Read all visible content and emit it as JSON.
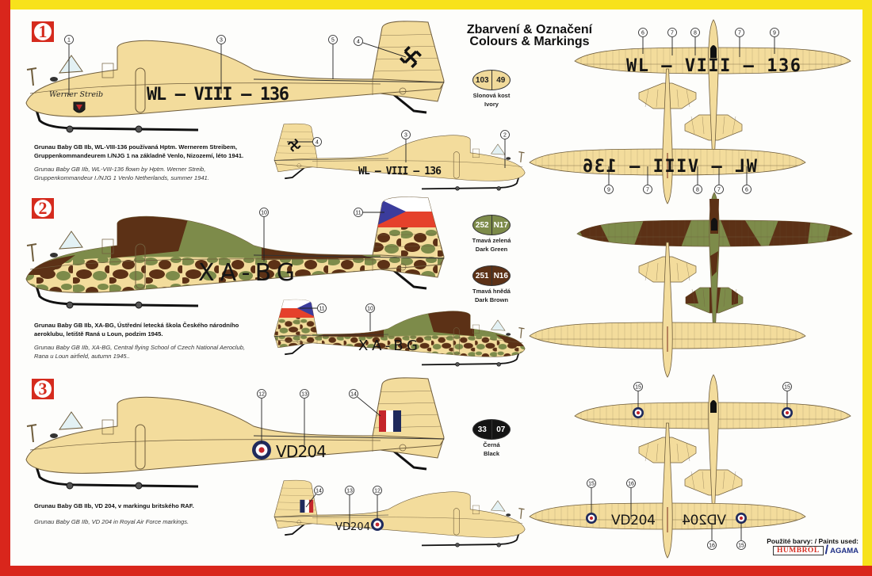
{
  "colors": {
    "frame_red": "#d9261c",
    "frame_yellow": "#f7e21b",
    "ivory": "#f3dc9c",
    "outline": "#6f5d3c",
    "dark_green": "#7d8b4a",
    "dark_brown": "#5c3116",
    "black": "#141414",
    "raf_blue": "#1f2a5c",
    "raf_red": "#c4262c",
    "czech_blue": "#3b3c9c",
    "czech_red": "#e5412b"
  },
  "title": {
    "cs": "Zbarvení & Označení",
    "en": "Colours & Markings"
  },
  "schemes": [
    {
      "number": "1",
      "registration": "WL – VIII – 136",
      "registration_plan": "WL – VIII – 136",
      "nose_script": "Werner Streib",
      "caption_cs": [
        "Grunau Baby GB IIb, WL-VIII-136 používaná  Hptm. Wernerem Streibem,",
        "Gruppenkommandeurem I./NJG 1 na základně Venlo, Nizozemí, léto 1941."
      ],
      "caption_en": [
        "Grunau Baby GB IIb, WL-VIII-136 flown by Hptm. Werner Streib,",
        "Gruppenkommandeur I./NJG 1  Venlo Netherlands, summer 1941."
      ]
    },
    {
      "number": "2",
      "registration": "XA-BG",
      "caption_cs": [
        "Grunau Baby GB IIb, XA-BG, Ústřední letecká škola Českého národního",
        "aeroklubu, letiště Raná u Loun, podzim 1945."
      ],
      "caption_en": [
        "Grunau Baby GB IIb, XA-BG, Central flying School of Czech National Aeroclub,",
        "Rana u Loun airfield, autumn 1945.."
      ]
    },
    {
      "number": "3",
      "registration": "VD204",
      "caption_cs": [
        "Grunau Baby GB IIb, VD 204, v markingu britského RAF."
      ],
      "caption_en": [
        "Grunau Baby GB IIb, VD 204 in Royal Air Force markings."
      ]
    }
  ],
  "paints": [
    {
      "humbrol": "103",
      "agama": "49",
      "name_cs": "Slonová kost",
      "name_en": "Ivory",
      "color": "#f1da9a",
      "text_color": "#222"
    },
    {
      "humbrol": "252",
      "agama": "N17",
      "name_cs": "Tmavá zelená",
      "name_en": "Dark Green",
      "color": "#7d8b4a",
      "text_color": "#fff"
    },
    {
      "humbrol": "251",
      "agama": "N16",
      "name_cs": "Tmavá hnědá",
      "name_en": "Dark Brown",
      "color": "#5c3116",
      "text_color": "#fff"
    },
    {
      "humbrol": "33",
      "agama": "07",
      "name_cs": "Černá",
      "name_en": "Black",
      "color": "#141414",
      "text_color": "#fff"
    }
  ],
  "callouts": [
    "1",
    "3",
    "5",
    "4",
    "4",
    "3",
    "2",
    "6",
    "7",
    "8",
    "7",
    "9",
    "9",
    "7",
    "8",
    "7",
    "6",
    "10",
    "11",
    "11",
    "10",
    "12",
    "13",
    "14",
    "14",
    "13",
    "12",
    "15",
    "15",
    "15",
    "16",
    "16",
    "15"
  ],
  "footer": {
    "label": "Použité barvy: / Paints used:",
    "brand1": "HUMBROL",
    "separator": "/",
    "brand2": "AGAMA"
  }
}
